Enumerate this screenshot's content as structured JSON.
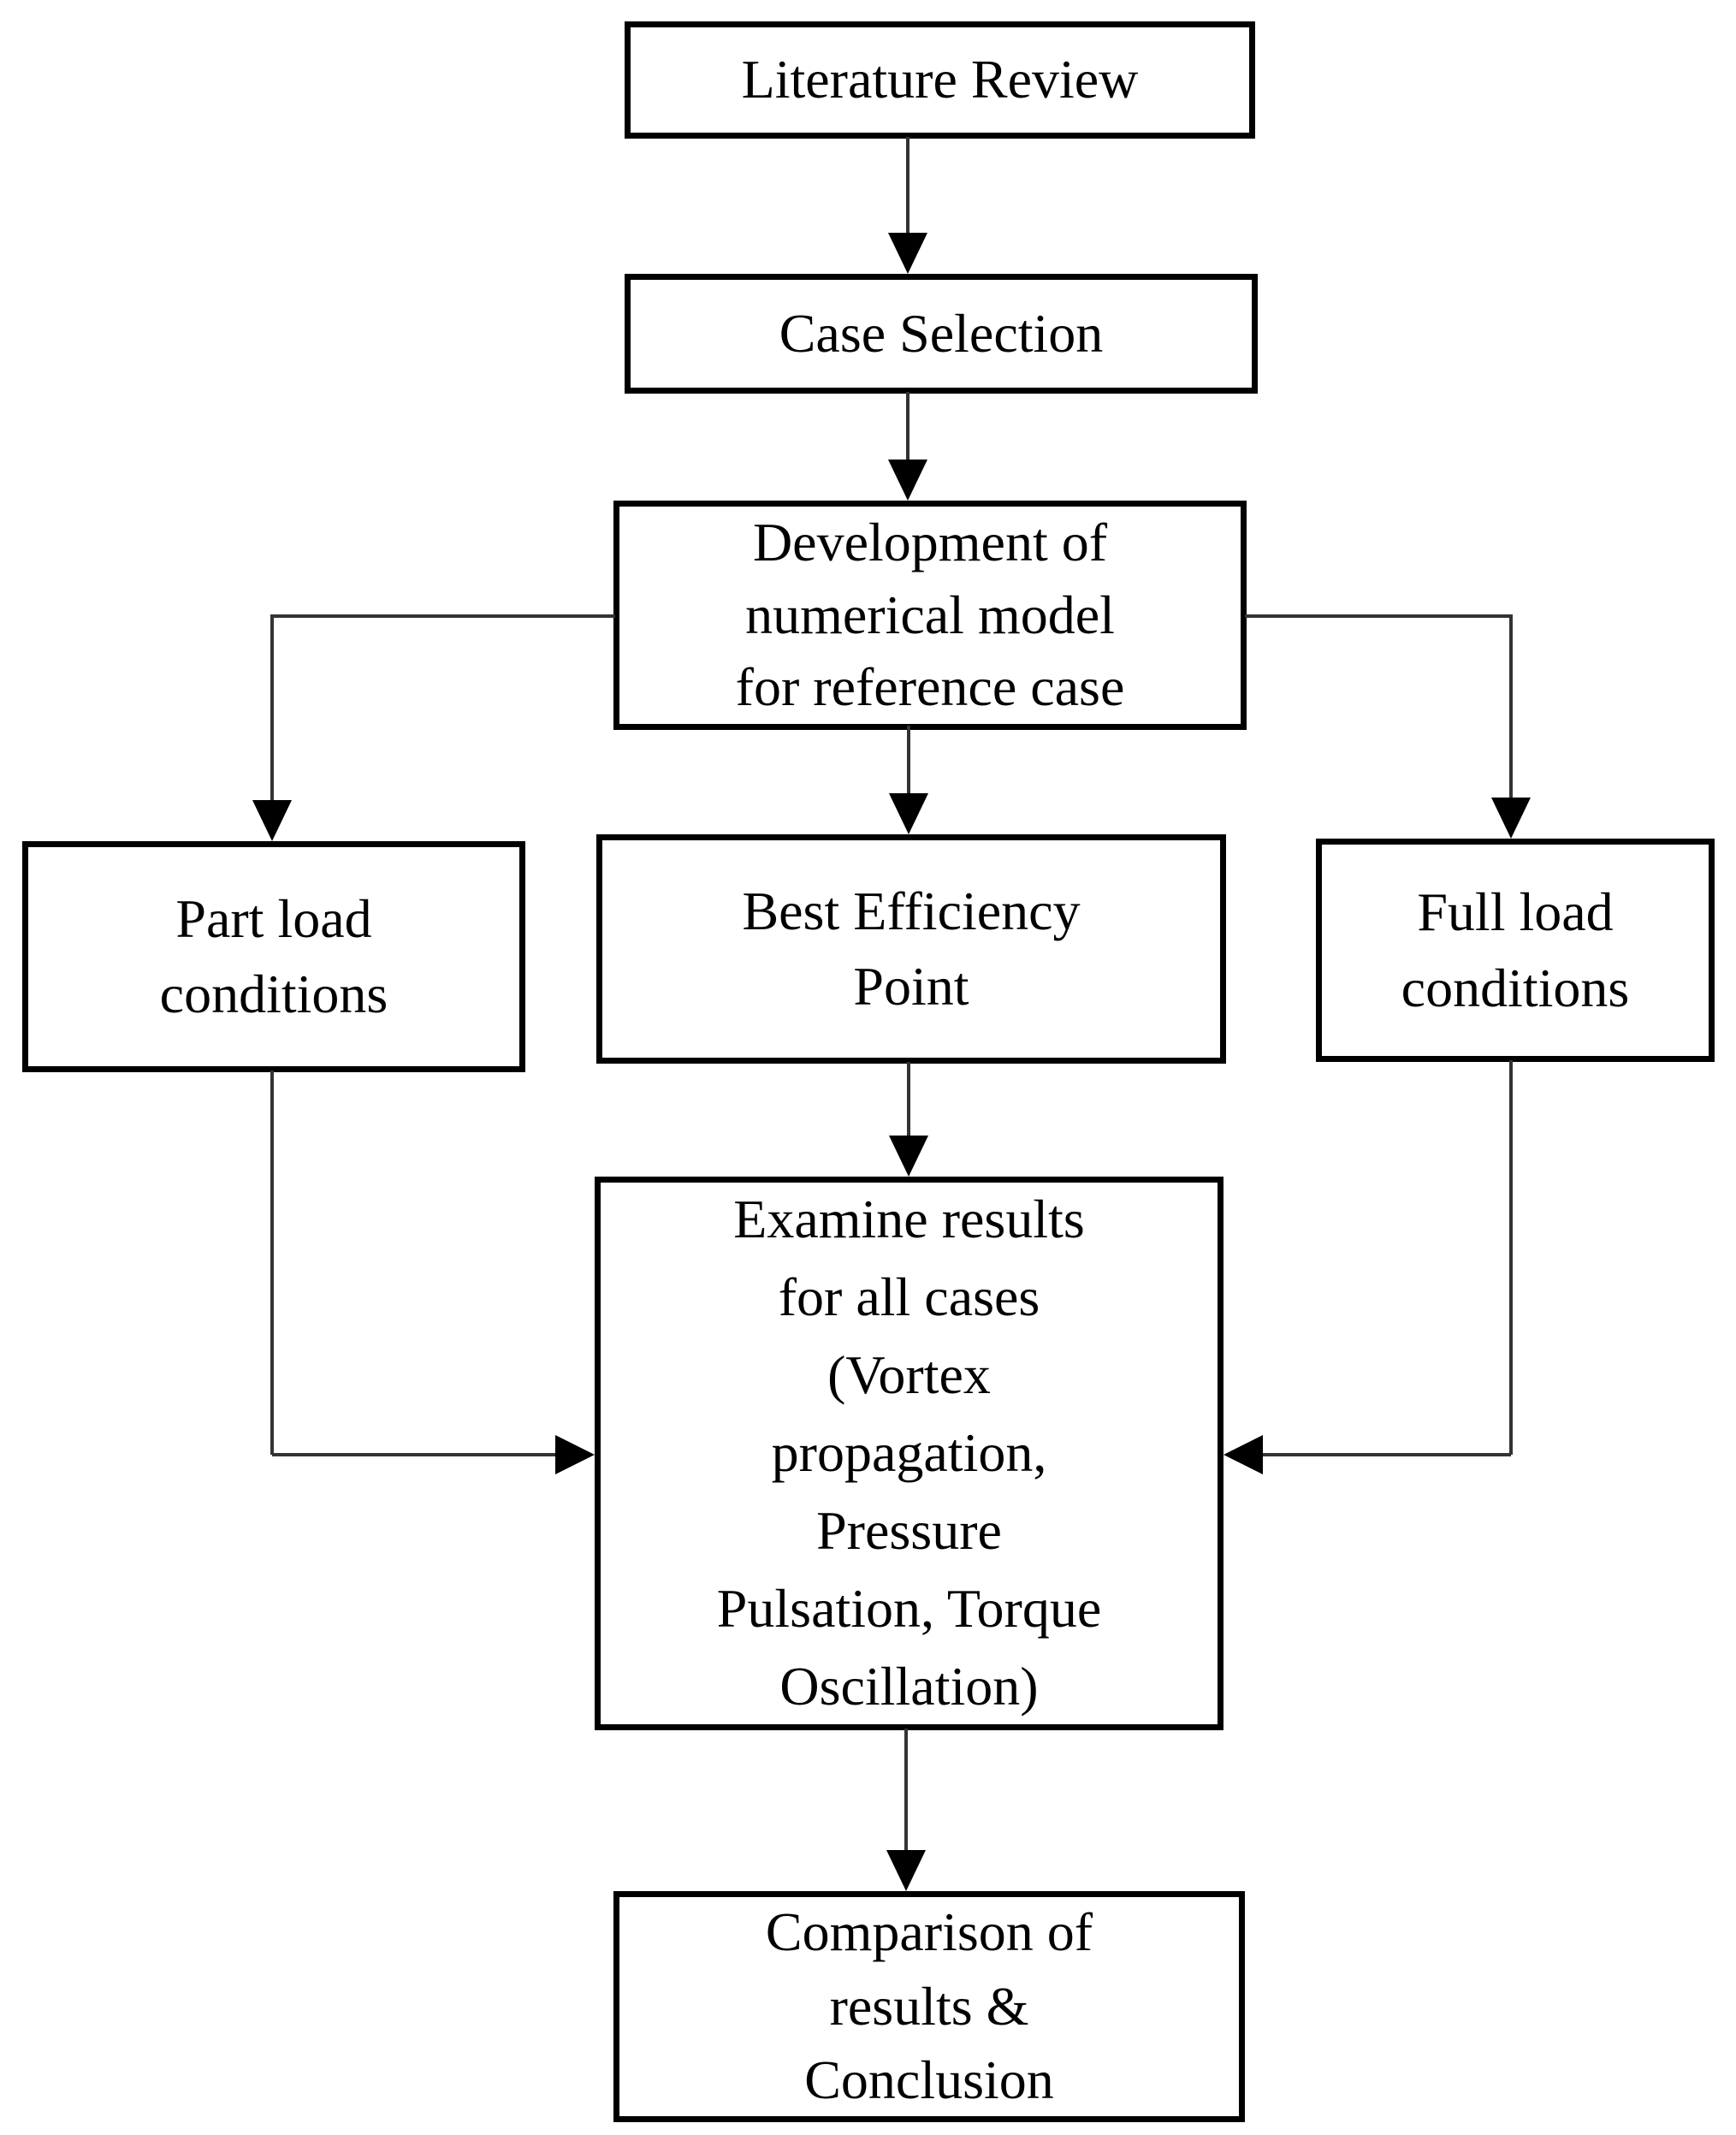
{
  "diagram": {
    "colors": {
      "background": "#ffffff",
      "ink": "#000000",
      "line": "#333333"
    },
    "nodes": {
      "literature_review": {
        "label": "Literature Review"
      },
      "case_selection": {
        "label": "Case Selection"
      },
      "development": {
        "label": "Development of\nnumerical model\nfor reference case"
      },
      "part_load": {
        "label": "Part load\nconditions"
      },
      "best_efficiency_point": {
        "label": "Best Efficiency\nPoint"
      },
      "full_load": {
        "label": "Full load\nconditions"
      },
      "examine_results": {
        "label": "Examine results\nfor all cases\n(Vortex\npropagation,\nPressure\nPulsation, Torque\nOscillation)"
      },
      "comparison": {
        "label": "Comparison of\nresults &\nConclusion"
      }
    },
    "edges": [
      {
        "from": "literature_review",
        "to": "case_selection"
      },
      {
        "from": "case_selection",
        "to": "development"
      },
      {
        "from": "development",
        "to": "part_load"
      },
      {
        "from": "development",
        "to": "best_efficiency_point"
      },
      {
        "from": "development",
        "to": "full_load"
      },
      {
        "from": "part_load",
        "to": "examine_results"
      },
      {
        "from": "best_efficiency_point",
        "to": "examine_results"
      },
      {
        "from": "full_load",
        "to": "examine_results"
      },
      {
        "from": "examine_results",
        "to": "comparison"
      }
    ]
  }
}
